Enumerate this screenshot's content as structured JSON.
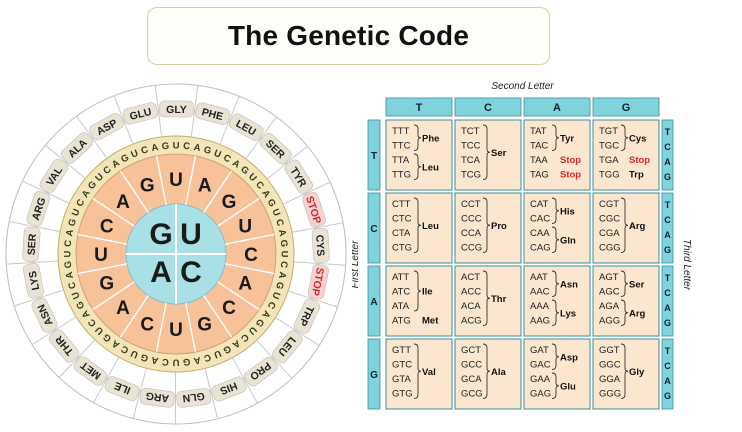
{
  "title": "The Genetic Code",
  "colors": {
    "wheel_center": "#a9e0e6",
    "wheel_inner": "#f7c29a",
    "wheel_outer": "#f2e6b8",
    "header_bar": "#7fd3dc",
    "cell_bg": "#fbe6cf",
    "stop": "#d62a2a",
    "aa_tag": "#e8e3d3"
  },
  "wheel": {
    "center": [
      "G",
      "U",
      "A",
      "C"
    ],
    "second": [
      "A",
      "G",
      "U",
      "C",
      "A",
      "C",
      "G",
      "U",
      "C",
      "A",
      "G",
      "U",
      "C",
      "A",
      "G",
      "U"
    ],
    "third": "UCAGUCAGUCAGUCAGUCAGUCAGUCAGUCAGUCAGUCAGUCAGUCAGUCAGUCAGUCAGUCAG",
    "amino_acids": [
      "GLY",
      "PHE",
      "LEU",
      "SER",
      "TYR",
      "STOP",
      "CYS",
      "STOP",
      "TRP",
      "LEU",
      "PRO",
      "HIS",
      "GLN",
      "ARG",
      "ILE",
      "MET",
      "THR",
      "ASN",
      "LYS",
      "SER",
      "ARG",
      "VAL",
      "ALA",
      "ASP",
      "GLU"
    ]
  },
  "table": {
    "second_letter_label": "Second Letter",
    "first_letter_label": "First Letter",
    "third_letter_label": "Third Letter",
    "columns": [
      "T",
      "C",
      "A",
      "G"
    ],
    "rows": [
      "T",
      "C",
      "A",
      "G"
    ],
    "third": [
      "T",
      "C",
      "A",
      "G"
    ],
    "cells": [
      [
        {
          "codons": [
            "TTT",
            "TTC",
            "TTA",
            "TTG"
          ],
          "groups": [
            {
              "aa": "Phe",
              "span": [
                0,
                1
              ]
            },
            {
              "aa": "Leu",
              "span": [
                2,
                3
              ]
            }
          ]
        },
        {
          "codons": [
            "TCT",
            "TCC",
            "TCA",
            "TCG"
          ],
          "groups": [
            {
              "aa": "Ser",
              "span": [
                0,
                3
              ]
            }
          ]
        },
        {
          "codons": [
            "TAT",
            "TAC",
            "TAA",
            "TAG"
          ],
          "groups": [
            {
              "aa": "Tyr",
              "span": [
                0,
                1
              ]
            },
            {
              "aa": "Stop",
              "span": [
                2,
                2
              ],
              "stop": true
            },
            {
              "aa": "Stop",
              "span": [
                3,
                3
              ],
              "stop": true
            }
          ]
        },
        {
          "codons": [
            "TGT",
            "TGC",
            "TGA",
            "TGG"
          ],
          "groups": [
            {
              "aa": "Cys",
              "span": [
                0,
                1
              ]
            },
            {
              "aa": "Stop",
              "span": [
                2,
                2
              ],
              "stop": true
            },
            {
              "aa": "Trp",
              "span": [
                3,
                3
              ]
            }
          ]
        }
      ],
      [
        {
          "codons": [
            "CTT",
            "CTC",
            "CTA",
            "CTG"
          ],
          "groups": [
            {
              "aa": "Leu",
              "span": [
                0,
                3
              ]
            }
          ]
        },
        {
          "codons": [
            "CCT",
            "CCC",
            "CCA",
            "CCG"
          ],
          "groups": [
            {
              "aa": "Pro",
              "span": [
                0,
                3
              ]
            }
          ]
        },
        {
          "codons": [
            "CAT",
            "CAC",
            "CAA",
            "CAG"
          ],
          "groups": [
            {
              "aa": "His",
              "span": [
                0,
                1
              ]
            },
            {
              "aa": "Gln",
              "span": [
                2,
                3
              ]
            }
          ]
        },
        {
          "codons": [
            "CGT",
            "CGC",
            "CGA",
            "CGG"
          ],
          "groups": [
            {
              "aa": "Arg",
              "span": [
                0,
                3
              ]
            }
          ]
        }
      ],
      [
        {
          "codons": [
            "ATT",
            "ATC",
            "ATA",
            "ATG"
          ],
          "groups": [
            {
              "aa": "Ile",
              "span": [
                0,
                2
              ]
            },
            {
              "aa": "Met",
              "span": [
                3,
                3
              ]
            }
          ]
        },
        {
          "codons": [
            "ACT",
            "ACC",
            "ACA",
            "ACG"
          ],
          "groups": [
            {
              "aa": "Thr",
              "span": [
                0,
                3
              ]
            }
          ]
        },
        {
          "codons": [
            "AAT",
            "AAC",
            "AAA",
            "AAG"
          ],
          "groups": [
            {
              "aa": "Asn",
              "span": [
                0,
                1
              ]
            },
            {
              "aa": "Lys",
              "span": [
                2,
                3
              ]
            }
          ]
        },
        {
          "codons": [
            "AGT",
            "AGC",
            "AGA",
            "AGG"
          ],
          "groups": [
            {
              "aa": "Ser",
              "span": [
                0,
                1
              ]
            },
            {
              "aa": "Arg",
              "span": [
                2,
                3
              ]
            }
          ]
        }
      ],
      [
        {
          "codons": [
            "GTT",
            "GTC",
            "GTA",
            "GTG"
          ],
          "groups": [
            {
              "aa": "Val",
              "span": [
                0,
                3
              ]
            }
          ]
        },
        {
          "codons": [
            "GCT",
            "GCC",
            "GCA",
            "GCG"
          ],
          "groups": [
            {
              "aa": "Ala",
              "span": [
                0,
                3
              ]
            }
          ]
        },
        {
          "codons": [
            "GAT",
            "GAC",
            "GAA",
            "GAG"
          ],
          "groups": [
            {
              "aa": "Asp",
              "span": [
                0,
                1
              ]
            },
            {
              "aa": "Glu",
              "span": [
                2,
                3
              ]
            }
          ]
        },
        {
          "codons": [
            "GGT",
            "GGC",
            "GGA",
            "GGG"
          ],
          "groups": [
            {
              "aa": "Gly",
              "span": [
                0,
                3
              ]
            }
          ]
        }
      ]
    ]
  }
}
